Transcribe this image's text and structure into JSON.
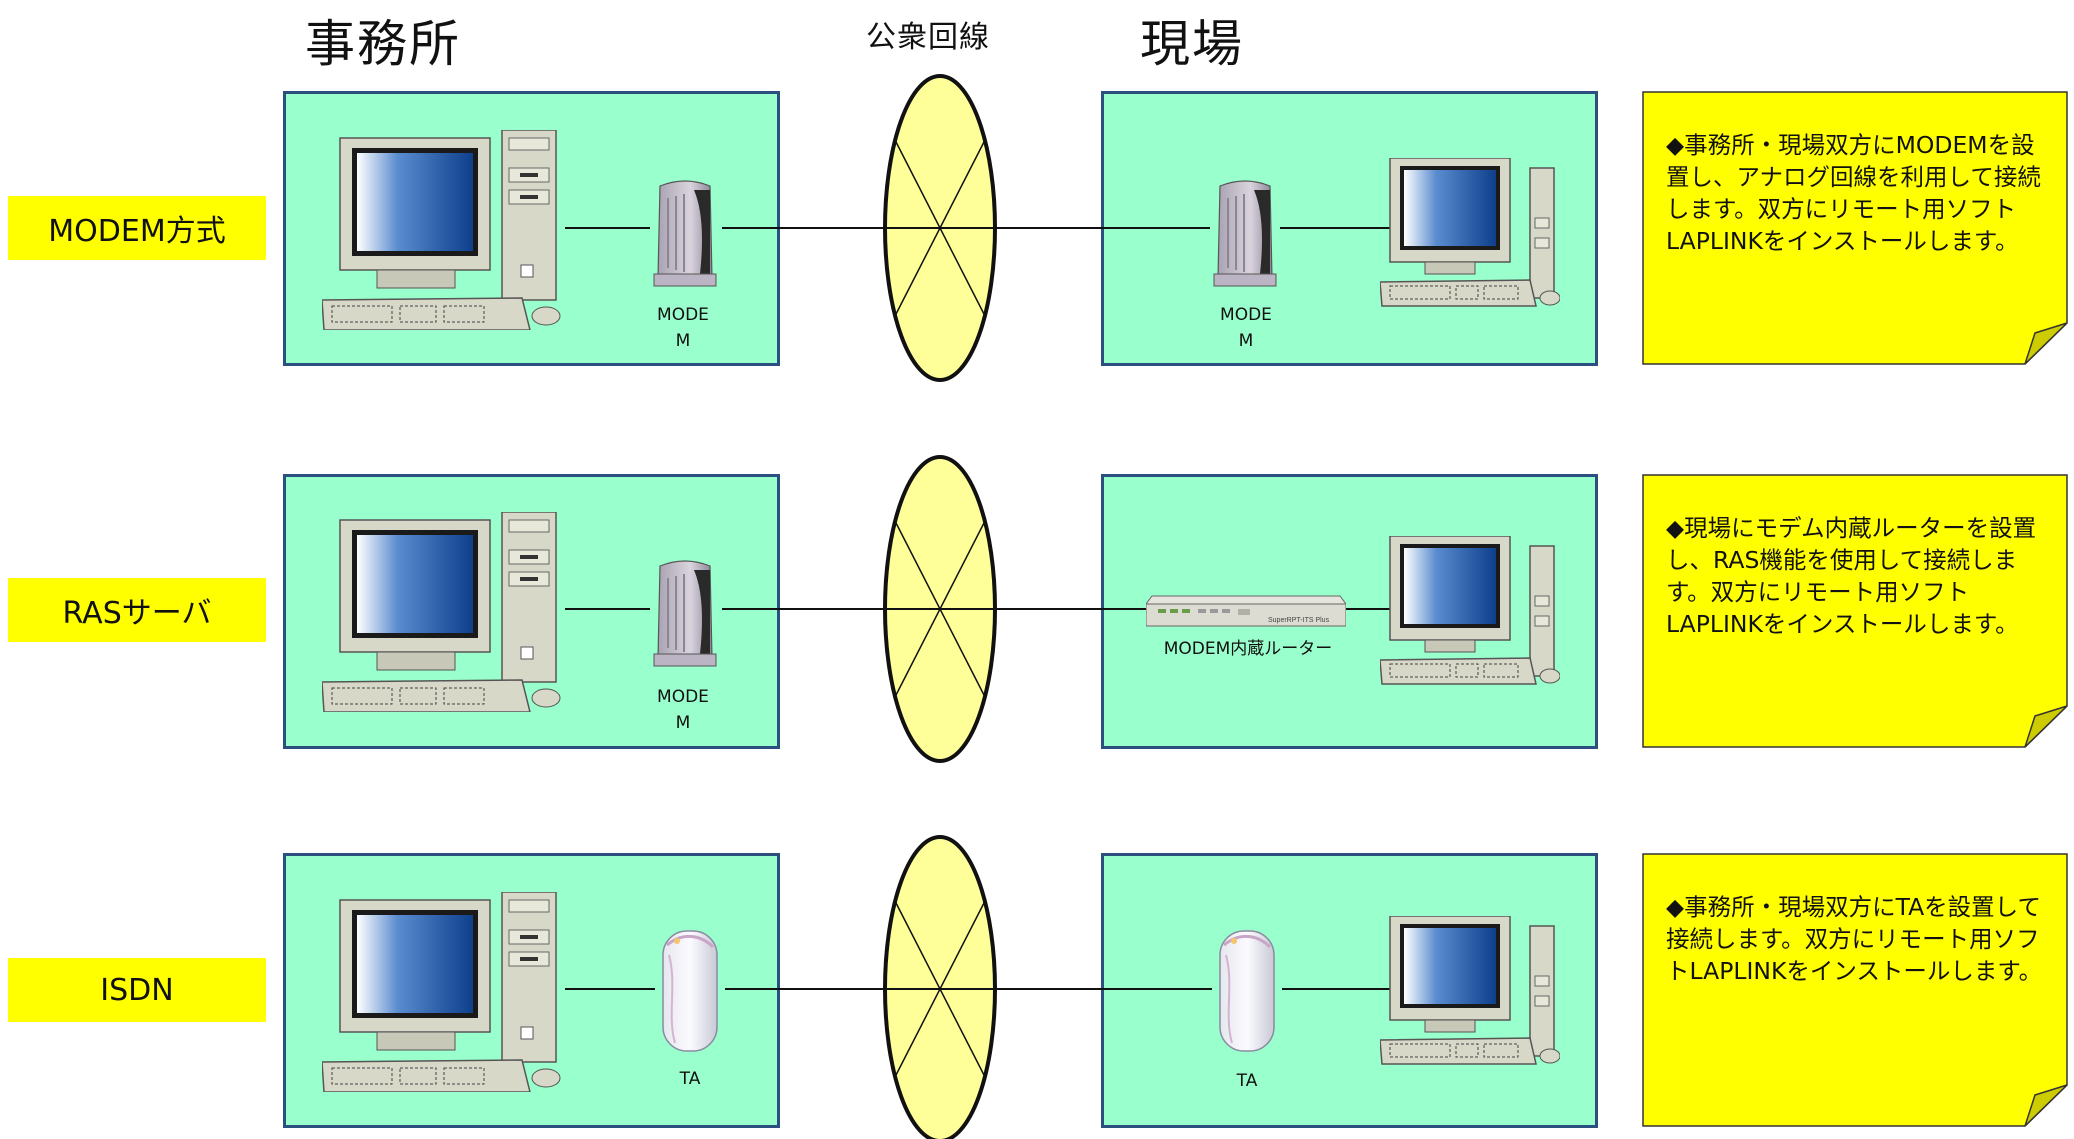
{
  "headers": {
    "office": "事務所",
    "public_line": "公衆回線",
    "site": "現場"
  },
  "rows": [
    {
      "label": "MODEM方式",
      "office_device_label_line1": "MODE",
      "office_device_label_line2": "M",
      "site_device_label_line1": "MODE",
      "site_device_label_line2": "M",
      "note": "◆事務所・現場双方にMODEMを設置し、アナログ回線を利用して接続します。双方にリモート用ソフトLAPLINKをインストールします。"
    },
    {
      "label": "RASサーバ",
      "office_device_label_line1": "MODE",
      "office_device_label_line2": "M",
      "site_device_label": "MODEM内蔵ルーター",
      "router_tag": "SuperRPT-ITS Plus",
      "note": "◆現場にモデム内蔵ルーターを設置し、RAS機能を使用して接続します。双方にリモート用ソフトLAPLINKをインストールします。"
    },
    {
      "label": "ISDN",
      "office_device_label": "TA",
      "site_device_label": "TA",
      "note": "◆事務所・現場双方にTAを設置して接続します。双方にリモート用ソフトLAPLINKをインストールします。"
    }
  ],
  "colors": {
    "panel_fill": "#99ffcc",
    "panel_border": "#2b4f7e",
    "label_fill": "#ffff00",
    "ellipse_fill": "#ffff99",
    "note_fill": "#ffff00"
  },
  "icons": [
    "desktop-computer-icon",
    "modem-icon",
    "router-icon",
    "ta-terminal-adapter-icon",
    "monitor-icon",
    "tower-computer-icon"
  ]
}
